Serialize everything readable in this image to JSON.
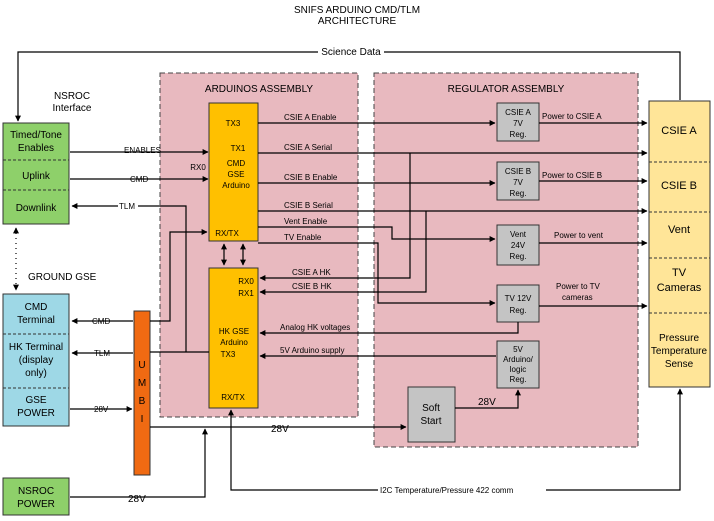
{
  "title": {
    "line1": "SNIFS ARDUINO CMD/TLM",
    "line2": "ARCHITECTURE"
  },
  "nsroc_interface": {
    "label_line1": "NSROC",
    "label_line2": "Interface",
    "timed_tone_line1": "Timed/Tone",
    "timed_tone_line2": "Enables",
    "uplink": "Uplink",
    "downlink": "Downlink"
  },
  "ground_gse": {
    "label": "GROUND GSE",
    "cmd_terminal_line1": "CMD",
    "cmd_terminal_line2": "Terminal",
    "hk_terminal_line1": "HK Terminal",
    "hk_terminal_line2": "(display",
    "hk_terminal_line3": "only)",
    "gse_power_line1": "GSE",
    "gse_power_line2": "POWER"
  },
  "nsroc_power": {
    "line1": "NSROC",
    "line2": "POWER"
  },
  "umbi": [
    "U",
    "M",
    "B",
    "I"
  ],
  "arduinos_assembly": {
    "title": "ARDUINOS ASSEMBLY",
    "cmd_arduino": {
      "tx3": "TX3",
      "tx1": "TX1",
      "rx0": "RX0",
      "name_line1": "CMD",
      "name_line2": "GSE",
      "name_line3": "Arduino",
      "rxtx": "RX/TX"
    },
    "hk_arduino": {
      "rx0": "RX0",
      "rx1": "RX1",
      "name_line1": "HK GSE",
      "name_line2": "Arduino",
      "tx3": "TX3",
      "rxtx": "RX/TX"
    }
  },
  "regulator_assembly": {
    "title": "REGULATOR ASSEMBLY",
    "csie_a_reg": [
      "CSIE A",
      "7V",
      "Reg."
    ],
    "csie_b_reg": [
      "CSIE B",
      "7V",
      "Reg."
    ],
    "vent_reg": [
      "Vent",
      "24V",
      "Reg."
    ],
    "tv_reg": [
      "TV 12V",
      "Reg."
    ],
    "logic_reg": [
      "5V",
      "Arduino/",
      "logic",
      "Reg."
    ],
    "soft_start": [
      "Soft",
      "Start"
    ]
  },
  "payload": {
    "csie_a": "CSIE A",
    "csie_b": "CSIE B",
    "vent": "Vent",
    "tv_cameras_line1": "TV",
    "tv_cameras_line2": "Cameras",
    "sense_line1": "Pressure",
    "sense_line2": "Temperature",
    "sense_line3": "Sense"
  },
  "signals": {
    "science_data": "Science Data",
    "enables": "ENABLES",
    "cmd_uplink": "CMD",
    "tlm_downlink": "TLM",
    "csie_a_enable": "CSIE A Enable",
    "csie_a_serial": "CSIE A Serial",
    "csie_b_enable": "CSIE B Enable",
    "csie_b_serial": "CSIE B Serial",
    "vent_enable": "Vent Enable",
    "tv_enable": "TV Enable",
    "csie_a_hk": "CSIE A HK",
    "csie_b_hk": "CSIE B HK",
    "analog_hk": "Analog HK voltages",
    "supply_5v": "5V Arduino supply",
    "power_csie_a": "Power to CSIE A",
    "power_csie_b": "Power to CSIE B",
    "power_vent": "Power to vent",
    "power_tv_line1": "Power to TV",
    "power_tv_line2": "cameras",
    "v28_soft": "28V",
    "cmd_gse": "CMD",
    "tlm_gse": "TLM",
    "v28_gse": "28V",
    "v28_umbi": "28V",
    "v28_nsroc": "28V",
    "i2c": "I2C Temperature/Pressure 422 comm"
  },
  "colors": {
    "nsroc_green": "#8ed06a",
    "gse_blue": "#9ed8e6",
    "assembly_pink": "#e8b9bf",
    "arduino_orange": "#ffc000",
    "reg_gray": "#c4c4c4",
    "payload_yellow": "#ffe598",
    "umbi_orange": "#f06a12"
  }
}
